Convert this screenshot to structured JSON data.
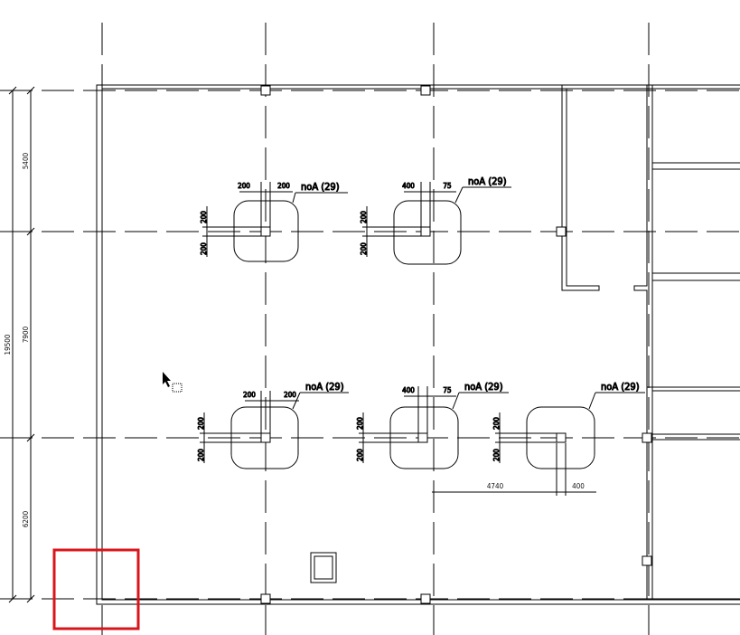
{
  "drawing": {
    "level_dims": {
      "total": "19500",
      "segments": [
        "5400",
        "7900",
        "6200"
      ]
    },
    "footings": [
      {
        "tag": "noA (29)",
        "dim_left": "200",
        "dim_right": "200",
        "dim_top": "200",
        "dim_bottom": "200"
      },
      {
        "tag": "noA (29)",
        "dim_left": "400",
        "dim_right": "75",
        "dim_top": "200",
        "dim_bottom": "200"
      },
      {
        "tag": "noA (29)",
        "dim_left": "200",
        "dim_right": "200",
        "dim_top": "200",
        "dim_bottom": "200"
      },
      {
        "tag": "noA (29)",
        "dim_left": "400",
        "dim_right": "75",
        "dim_top": "200",
        "dim_bottom": "200"
      },
      {
        "tag": "noA (29)",
        "dim_top": "200",
        "dim_bottom": "200"
      }
    ],
    "span_dims": {
      "span": "4740",
      "width": "400"
    },
    "colors": {
      "line": "#000000",
      "selection": "#d9151b"
    }
  }
}
